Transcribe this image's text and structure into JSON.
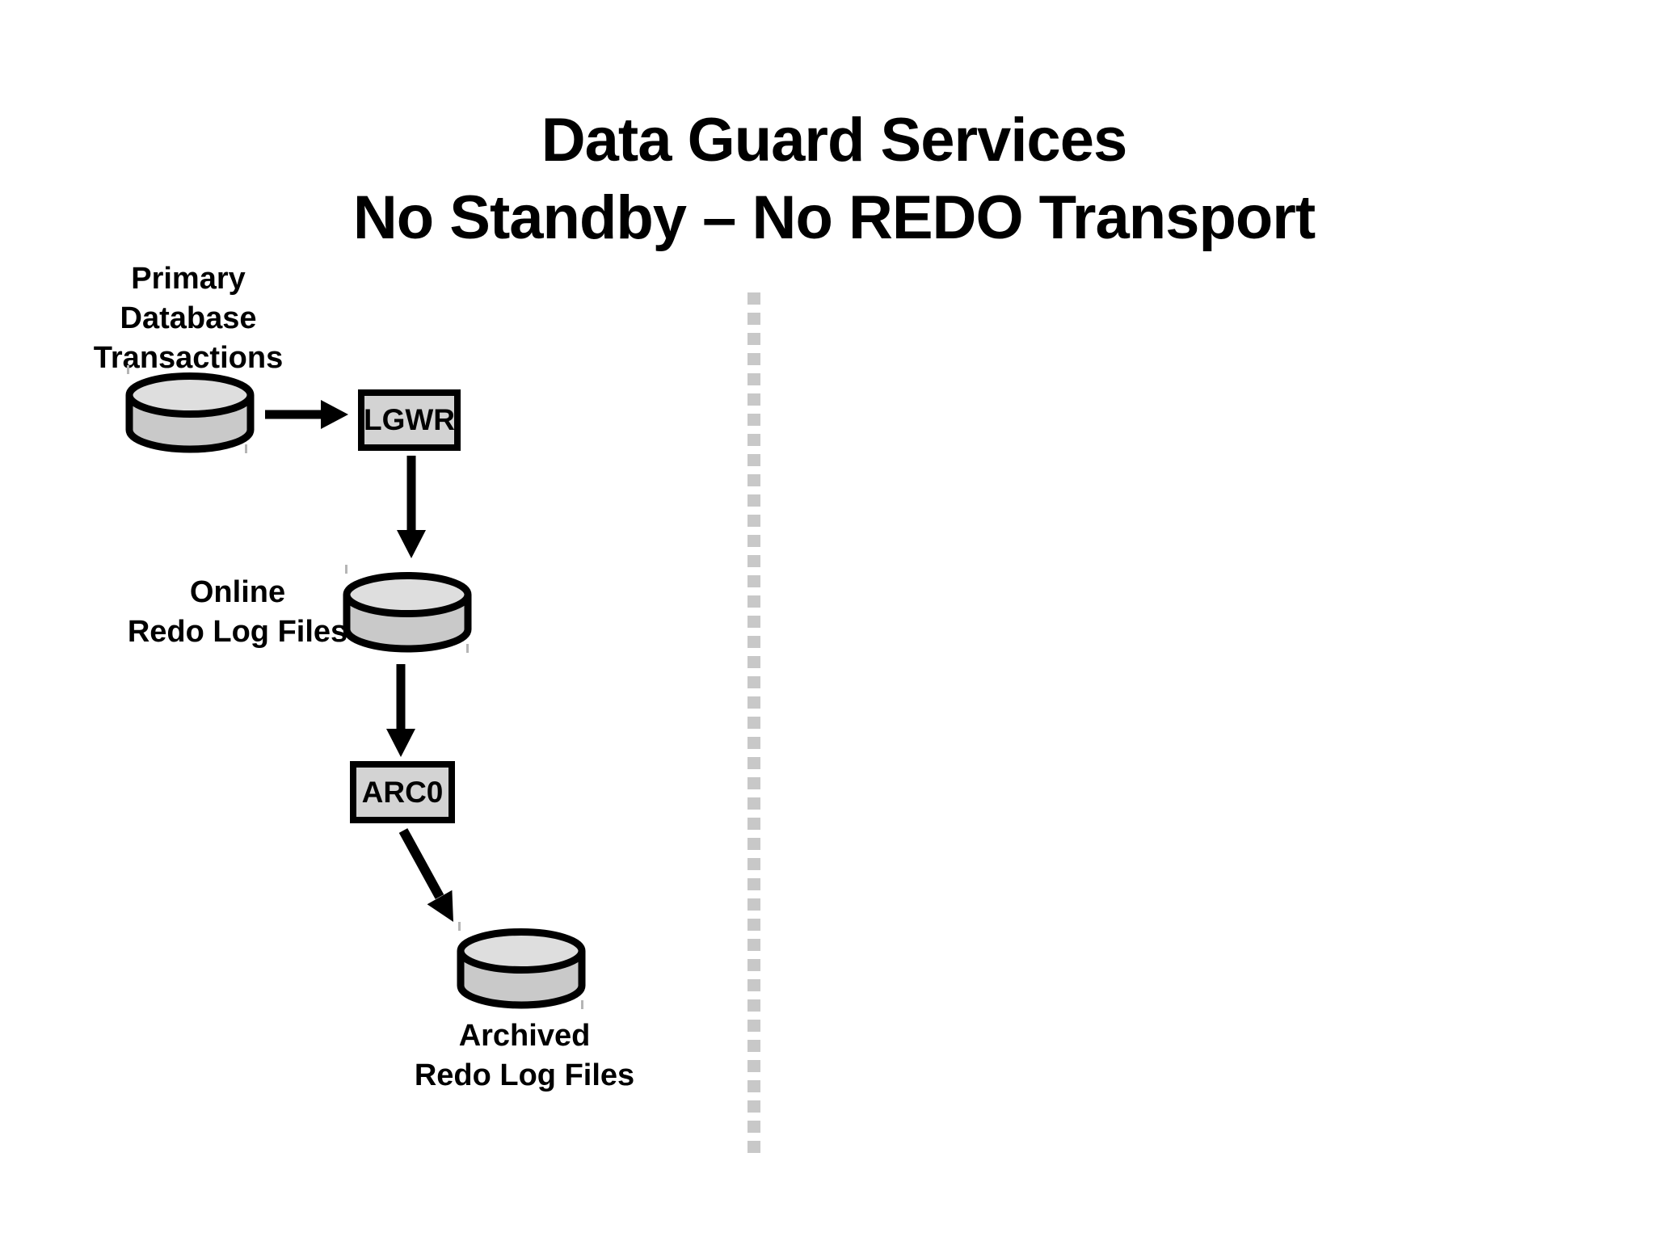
{
  "title": {
    "line1": "Data Guard Services",
    "line2": "No Standby – No REDO Transport"
  },
  "diagram": {
    "labels": {
      "primary_db": [
        "Primary",
        "Database",
        "Transactions"
      ],
      "online_redo": [
        "Online",
        "Redo Log Files"
      ],
      "archived_redo": [
        "Archived",
        "Redo Log Files"
      ]
    },
    "processes": {
      "lgwr": "LGWR",
      "arc0": "ARC0"
    },
    "icons": [
      "database-cylinder-icon",
      "flow-arrow-icon"
    ],
    "colors": {
      "background": "#ffffff",
      "outline": "#000000",
      "text": "#000000",
      "cylinder_body_fill": "#c9c9c9",
      "cylinder_top_fill": "#dedede",
      "process_box_fill": "#d3d3d3",
      "divider_dot": "#c8c8c8"
    }
  }
}
